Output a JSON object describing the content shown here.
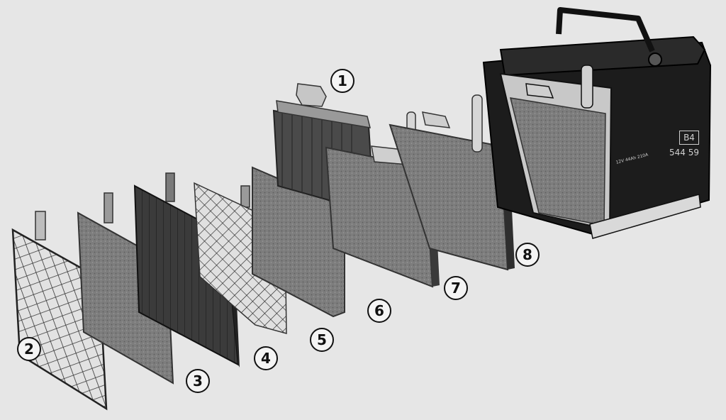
{
  "callouts": [
    {
      "id": "1",
      "label": "1"
    },
    {
      "id": "2",
      "label": "2"
    },
    {
      "id": "3",
      "label": "3"
    },
    {
      "id": "4",
      "label": "4"
    },
    {
      "id": "5",
      "label": "5"
    },
    {
      "id": "6",
      "label": "6"
    },
    {
      "id": "7",
      "label": "7"
    },
    {
      "id": "8",
      "label": "8"
    }
  ],
  "battery_label": {
    "group_code": "B4",
    "model_number": "544 59",
    "spec_line": "12V 44Ah 210A"
  },
  "colors": {
    "background": "#e6e6e6",
    "outline": "#111111",
    "grid_metal": "#bdbdbd",
    "paste_plate": "#8a8a8a",
    "dark_plate": "#3a3a3a",
    "battery_case": "#1c1c1c"
  }
}
